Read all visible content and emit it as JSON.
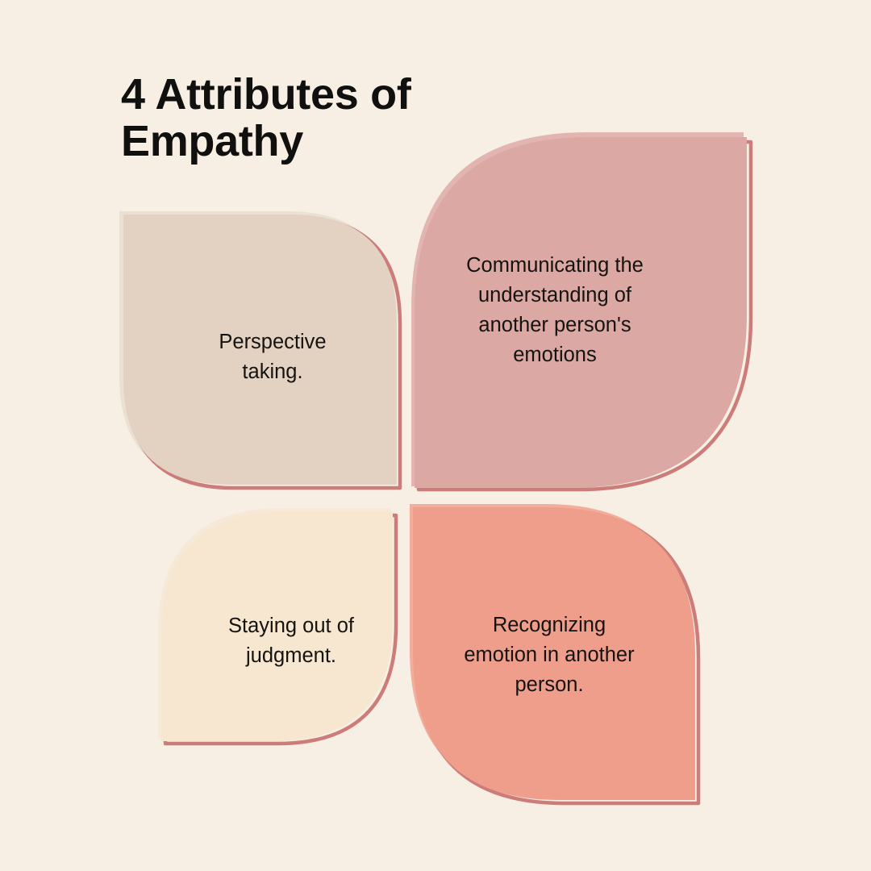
{
  "background_color": "#F7EFE4",
  "title": {
    "text": "4 Attributes of\nEmpathy",
    "color": "#10100E"
  },
  "outline_color": "#CC7D7A",
  "petals": [
    {
      "id": "perspective-taking",
      "position": "top-left",
      "text": "Perspective\ntaking.",
      "fill_color": "#E3D2C2",
      "shadow_color": "#EAE1D2",
      "text_color": "#15130F"
    },
    {
      "id": "communicating-understanding",
      "position": "top-right",
      "text": "Communicating the\nunderstanding of\nanother person's\nemotions",
      "fill_color": "#DBA8A3",
      "shadow_color": "#E3B5B0",
      "text_color": "#15130F"
    },
    {
      "id": "staying-out-of-judgment",
      "position": "bottom-left",
      "text": "Staying out of\njudgment.",
      "fill_color": "#F7E6D0",
      "shadow_color": "#F7E9D8",
      "text_color": "#15130F"
    },
    {
      "id": "recognizing-emotion",
      "position": "bottom-right",
      "text": "Recognizing\nemotion in another\nperson.",
      "fill_color": "#EF9E8C",
      "shadow_color": "#F2AD9D",
      "text_color": "#15130F"
    }
  ]
}
